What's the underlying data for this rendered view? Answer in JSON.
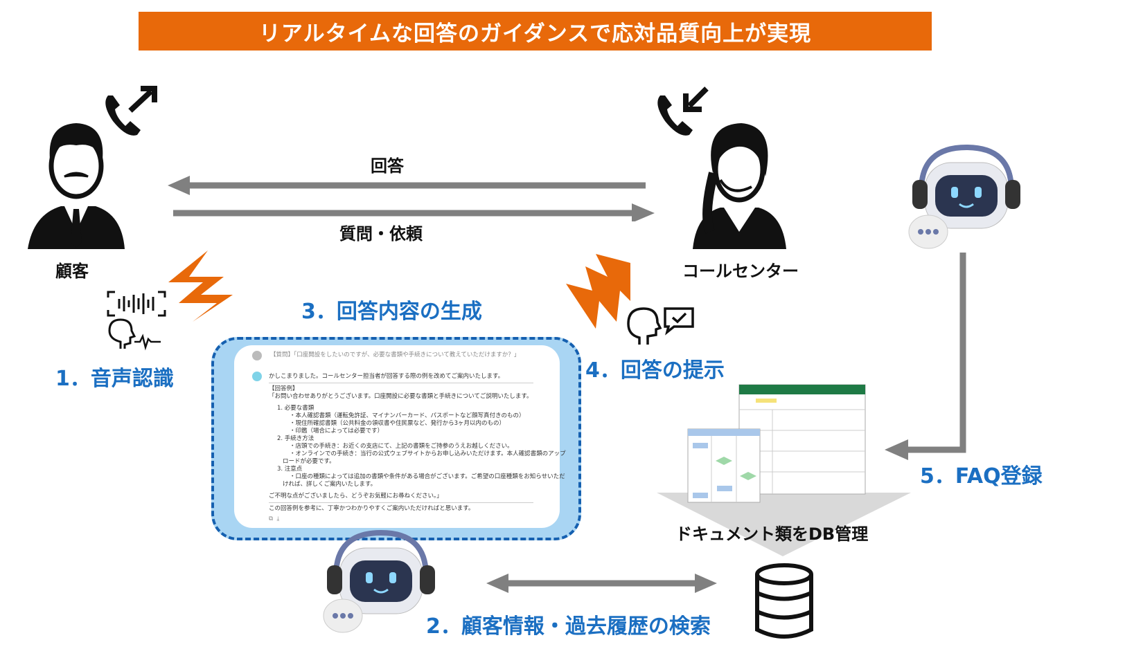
{
  "title": "リアルタイムな回答のガイダンスで応対品質向上が実現",
  "labels": {
    "customer": "顧客",
    "callcenter": "コールセンター",
    "answer": "回答",
    "question": "質問・依頼",
    "db_docs": "ドキュメント類をDB管理"
  },
  "steps": {
    "s1": "1．音声認識",
    "s2": "2．顧客情報・過去履歴の検索",
    "s3": "3．回答内容の生成",
    "s4": "4．回答の提示",
    "s5": "5．FAQ登録"
  },
  "chat": {
    "question": "【質問】「口座開設をしたいのですが、必要な書類や手続きについて教えていただけますか？」",
    "reply": "かしこまりました。コールセンター担当者が回答する際の例を改めてご案内いたします。",
    "lines": [
      "【回答例】",
      "「お問い合わせありがとうございます。口座開設に必要な書類と手続きについてご説明いたします。",
      "1. 必要な書類",
      "・本人確認書類（運転免許証、マイナンバーカード、パスポートなど顔写真付きのもの）",
      "・現住所確認書類（公共料金の領収書や住民票など、発行から3ヶ月以内のもの）",
      "・印鑑（場合によっては必要です）",
      "2. 手続き方法",
      "・店頭での手続き：お近くの支店にて、上記の書類をご持参のうえお越しください。",
      "・オンラインでの手続き：当行の公式ウェブサイトからお申し込みいただけます。本人確認書類のアップ",
      "ロードが必要です。",
      "3. 注意点",
      "・口座の種類によっては追加の書類や条件がある場合がございます。ご希望の口座種類をお知らせいただ",
      "ければ、詳しくご案内いたします。",
      "ご不明な点がございましたら、どうぞお気軽にお尋ねください。」"
    ],
    "closing": "この回答例を参考に、丁寧かつわかりやすくご案内いただければと思います。"
  },
  "colors": {
    "title_bg": "#e8690a",
    "step_text": "#1b6fc2",
    "arrow": "#808080",
    "chat_border": "#1560b0",
    "chat_fill": "#a9d5f3"
  }
}
